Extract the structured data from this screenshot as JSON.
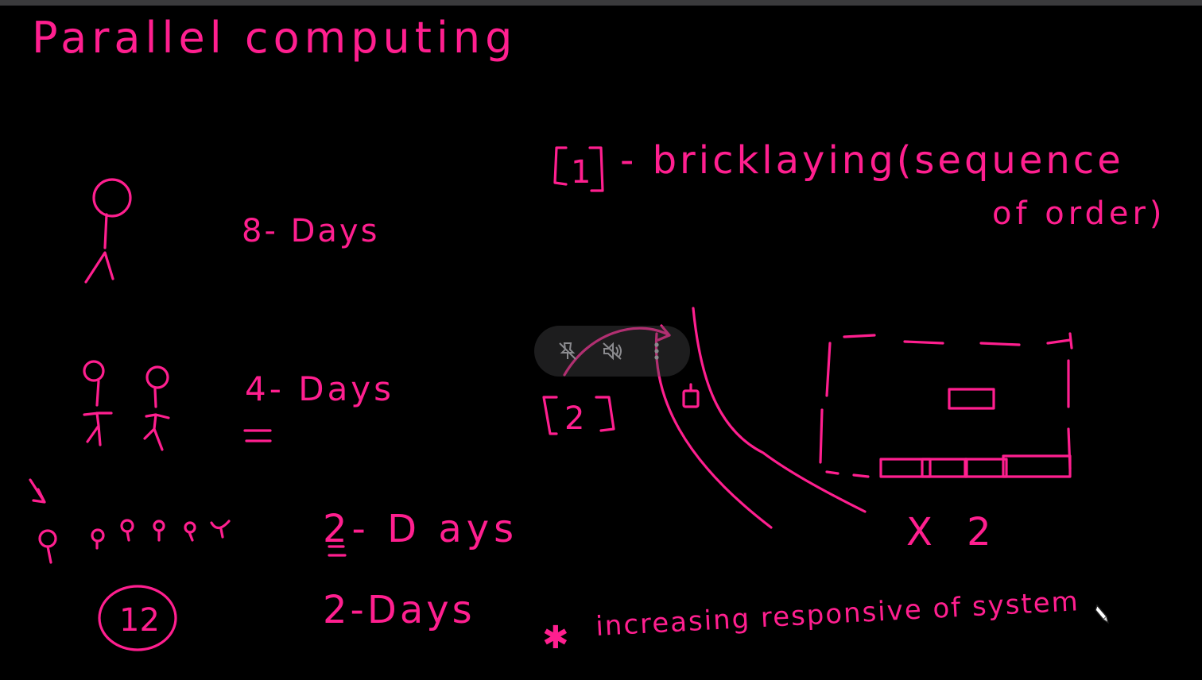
{
  "colors": {
    "background": "#000000",
    "ink": "#ff1f8f",
    "overlay": "#464648"
  },
  "title": "Parallel computing",
  "one_worker": {
    "label": "8- Days"
  },
  "two_workers": {
    "label": "4- Days"
  },
  "six_workers": {
    "label": "2- D ays"
  },
  "twelve": {
    "number": "12",
    "label": "2-Days"
  },
  "task_one": {
    "number": "1",
    "label_line1": "- bricklaying(sequence",
    "label_line2": "of order)"
  },
  "task_two": {
    "number": "2"
  },
  "multiplier": "X 2",
  "note": {
    "mark": "✱",
    "text": "increasing responsive of system"
  },
  "overlay_controls": {
    "pin_icon": "unpin-icon",
    "volume_icon": "mute-icon",
    "more_icon": "more-icon"
  }
}
